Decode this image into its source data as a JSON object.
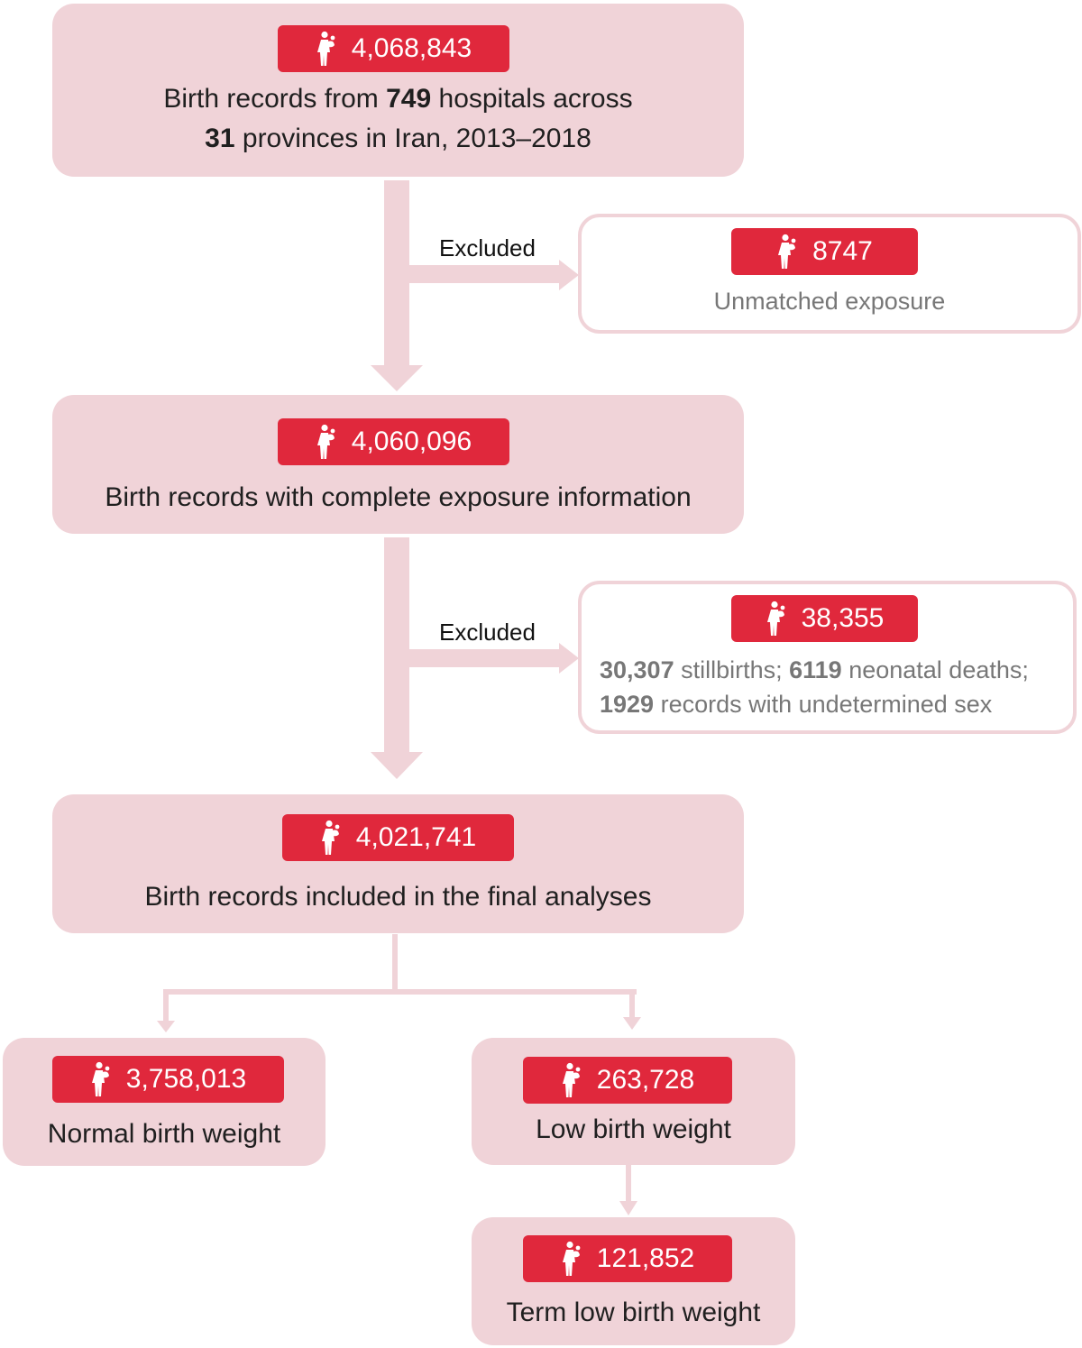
{
  "colors": {
    "box_fill": "#f0d3d8",
    "pill_fill": "#e0283c",
    "arrow": "#f0d3d8"
  },
  "icon": "mother-child-icon",
  "box1": {
    "count": "4,068,843",
    "line1_pre": "Birth records from ",
    "line1_bold": "749",
    "line1_post": " hospitals across",
    "line2_bold": "31",
    "line2_post": " provinces in Iran, 2013–2018"
  },
  "excluded1": {
    "label": "Excluded",
    "count": "8747",
    "text": "Unmatched exposure"
  },
  "box2": {
    "count": "4,060,096",
    "text": "Birth records with complete exposure information"
  },
  "excluded2": {
    "label": "Excluded",
    "count": "38,355",
    "b1": "30,307",
    "t1": " stillbirths; ",
    "b2": "6119",
    "t2": " neonatal deaths;",
    "b3": "1929",
    "t3": " records with undetermined sex"
  },
  "box3": {
    "count": "4,021,741",
    "text": "Birth records included in the final analyses"
  },
  "normal": {
    "count": "3,758,013",
    "text": "Normal birth weight"
  },
  "low": {
    "count": "263,728",
    "text": "Low birth weight"
  },
  "term_low": {
    "count": "121,852",
    "text": "Term low birth weight"
  }
}
